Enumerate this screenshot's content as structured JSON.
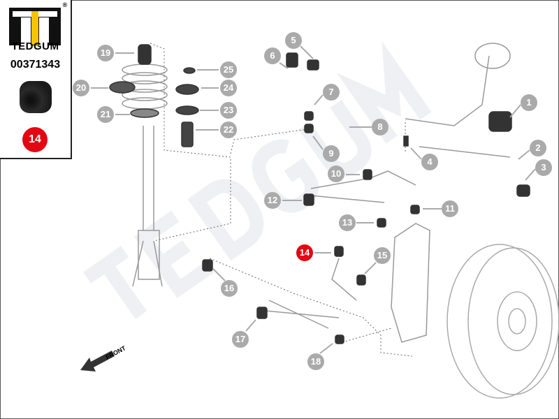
{
  "brand": {
    "name": "TEDGUM",
    "part_number": "00371343",
    "highlight_label": "14",
    "registered": "®"
  },
  "watermark": "TEDGUM",
  "front_label": "FRONT",
  "callouts": [
    "1",
    "2",
    "3",
    "4",
    "5",
    "6",
    "7",
    "8",
    "9",
    "10",
    "11",
    "12",
    "13",
    "14",
    "15",
    "16",
    "17",
    "18",
    "19",
    "20",
    "21",
    "22",
    "23",
    "24",
    "25"
  ],
  "colors": {
    "highlight": "#e30613",
    "callout": "#aaaaaa",
    "logo_yellow": "#f5c400"
  }
}
